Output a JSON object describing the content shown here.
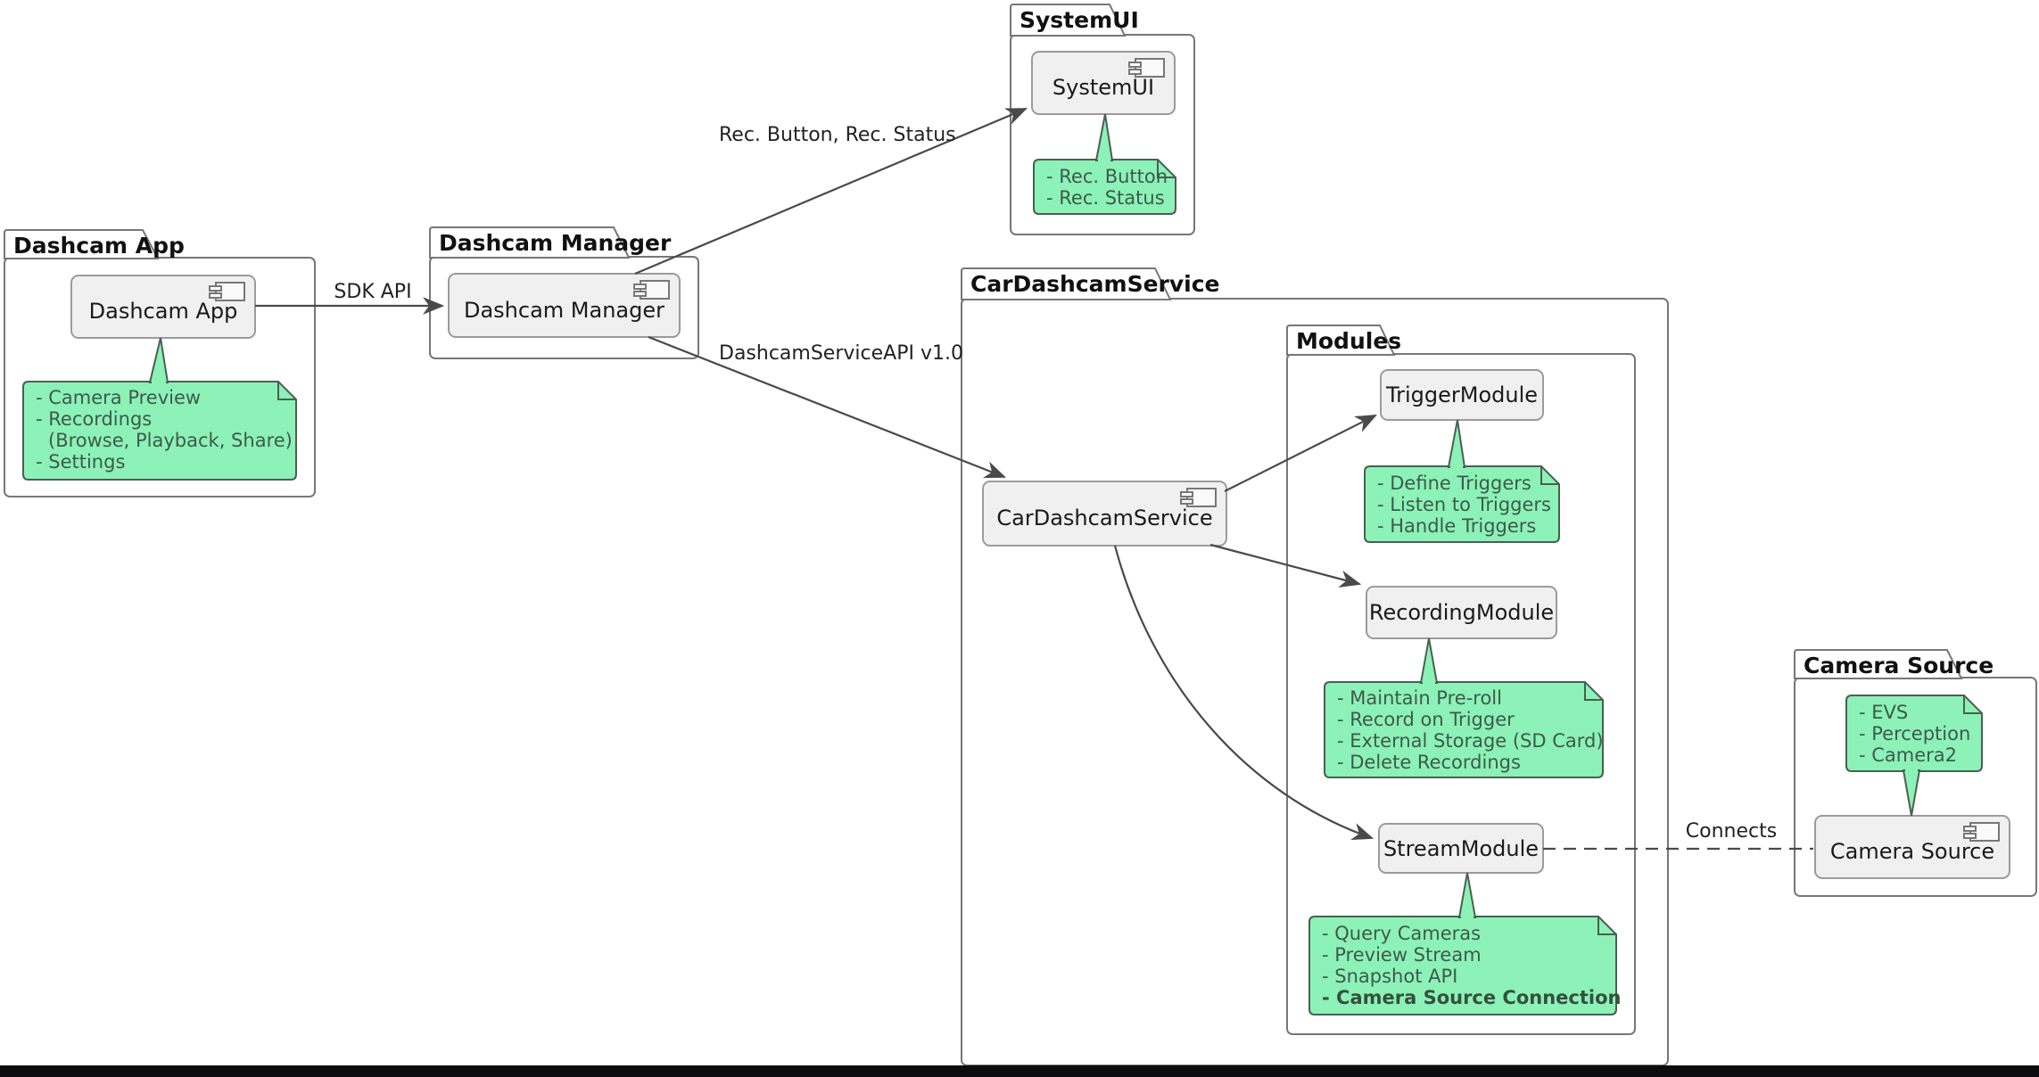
{
  "packages": {
    "dashcam_app": "Dashcam App",
    "dashcam_manager": "Dashcam Manager",
    "systemui": "SystemUI",
    "car_dashcam_service": "CarDashcamService",
    "modules": "Modules",
    "camera_source": "Camera Source"
  },
  "components": {
    "dashcam_app": "Dashcam App",
    "dashcam_manager": "Dashcam Manager",
    "systemui": "SystemUI",
    "car_dashcam_service": "CarDashcamService",
    "trigger": "TriggerModule",
    "recording": "RecordingModule",
    "stream": "StreamModule",
    "camera_source": "Camera Source"
  },
  "notes": {
    "dashcam_app": {
      "lines": [
        "- Camera Preview",
        "- Recordings",
        "(Browse, Playback, Share)",
        "- Settings"
      ]
    },
    "systemui": {
      "lines": [
        "- Rec. Button",
        "- Rec. Status"
      ]
    },
    "trigger": {
      "lines": [
        "- Define Triggers",
        "- Listen to Triggers",
        "- Handle Triggers"
      ]
    },
    "recording": {
      "lines": [
        "- Maintain Pre-roll",
        "- Record on Trigger",
        "- External Storage (SD Card)",
        "- Delete Recordings"
      ]
    },
    "stream": {
      "lines": [
        "- Query Cameras",
        "- Preview Stream",
        "- Snapshot API",
        "- Camera Source Connection"
      ]
    },
    "camera_source": {
      "lines": [
        "- EVS",
        "- Perception",
        "- Camera2"
      ]
    }
  },
  "edges": {
    "sdk_api": "SDK API",
    "rec_button_status": "Rec. Button, Rec. Status",
    "dashcam_service_api": "DashcamServiceAPI v1.0",
    "connects": "Connects"
  },
  "colors": {
    "note_fill": "#8CF2B7",
    "note_border": "#4A5F52",
    "component_fill": "#F0F0F0",
    "component_border": "#9B9B9B",
    "package_border": "#777777",
    "line": "#4A4A4A",
    "bottom_bar": "#0b0b10"
  }
}
